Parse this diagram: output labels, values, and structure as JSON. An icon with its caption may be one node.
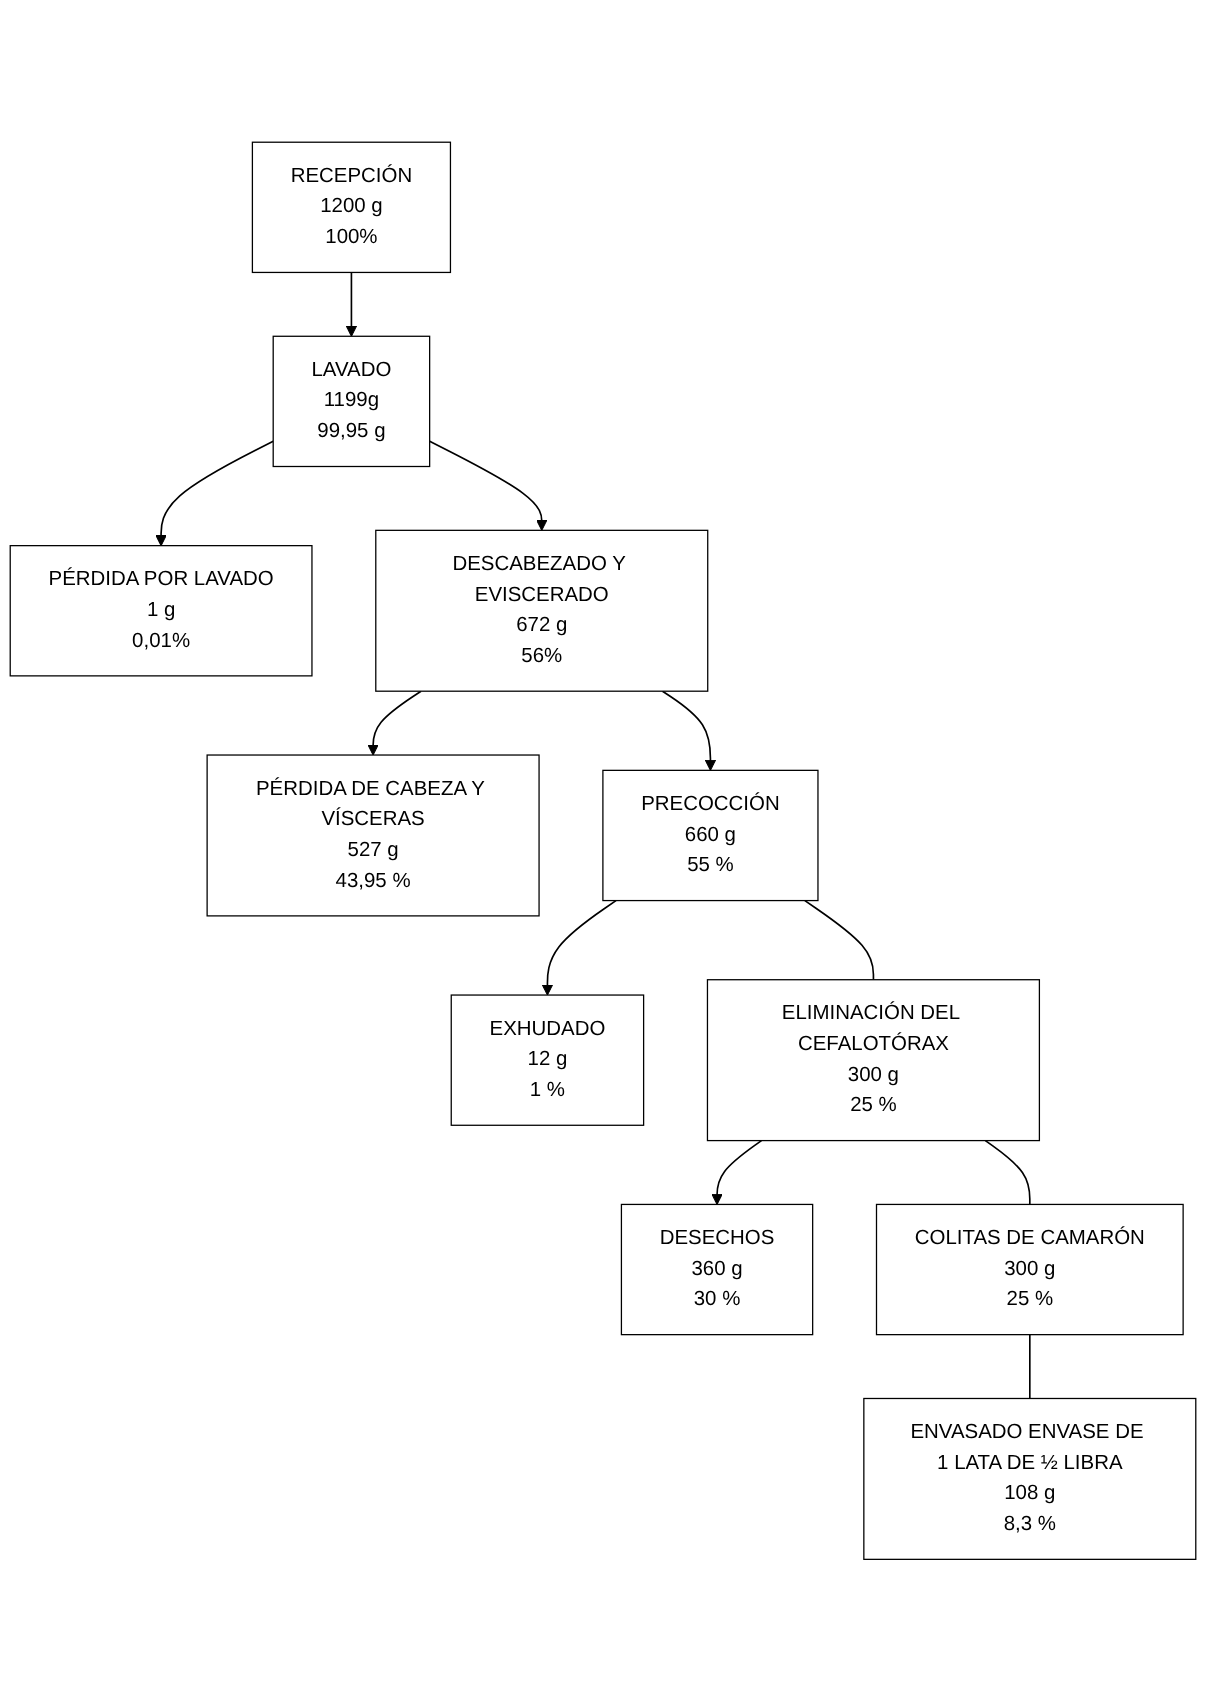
{
  "diagram": {
    "nodes": [
      {
        "text": [
          "RECEPCIÓN",
          "1200 g",
          "100%"
        ]
      },
      {
        "text": [
          "LAVADO",
          "1199g",
          "99,95 g"
        ]
      },
      {
        "text": [
          "PÉRDIDA POR LAVADO",
          "1 g",
          "0,01%"
        ]
      },
      {
        "text": [
          "DESCABEZADO Y EVISCERADO",
          "672 g",
          "56%"
        ]
      },
      {
        "text": [
          "PÉRDIDA DE CABEZA Y VÍSCERAS",
          "527 g",
          "43,95 %"
        ]
      },
      {
        "text": [
          "PRECOCCIÓN",
          "660 g",
          "55 %"
        ]
      },
      {
        "text": [
          "EXHUDADO",
          "12 g",
          "1 %"
        ]
      },
      {
        "text": [
          "ELIMINACIÓN DEL CEFALOTÓRAX",
          "300 g",
          "25 %"
        ]
      },
      {
        "text": [
          "DESECHOS",
          "360 g",
          "30 %"
        ]
      },
      {
        "text": [
          "COLITAS DE CAMARÓN",
          "300 g",
          "25 %"
        ]
      },
      {
        "text": [
          "ENVASADO ENVASE DE 1 LATA DE ½ LIBRA",
          "108 g",
          "8,3 %"
        ]
      }
    ],
    "edges": [
      {
        "from": 0,
        "to": 1,
        "arrow": "to"
      },
      {
        "from": 1,
        "to": 2,
        "arrow": "to"
      },
      {
        "from": 1,
        "to": 3,
        "arrow": "to"
      },
      {
        "from": 3,
        "to": 4,
        "arrow": "to"
      },
      {
        "from": 3,
        "to": 5,
        "arrow": "to"
      },
      {
        "from": 5,
        "to": 6,
        "arrow": "to"
      },
      {
        "from": 5,
        "to": 7,
        "arrow": "none"
      },
      {
        "from": 7,
        "to": 8,
        "arrow": "to"
      },
      {
        "from": 7,
        "to": 9,
        "arrow": "none"
      },
      {
        "from": 9,
        "to": 10,
        "arrow": "none"
      }
    ]
  }
}
